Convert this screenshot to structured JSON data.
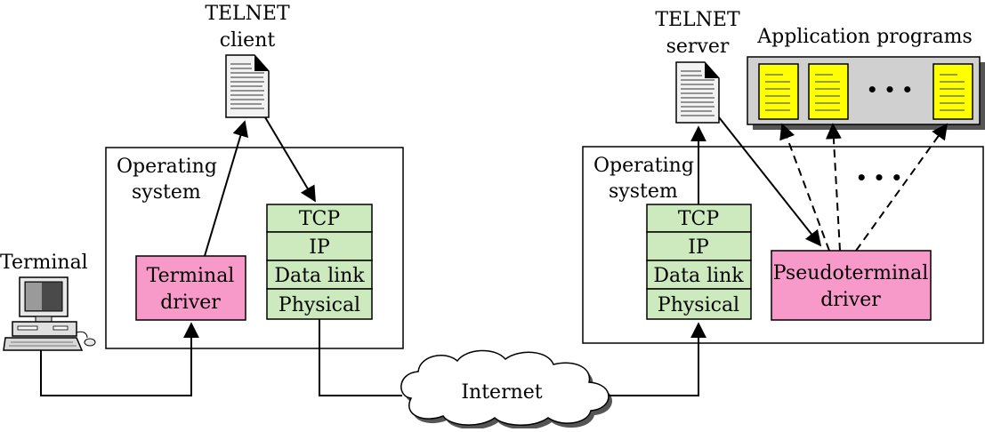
{
  "client": {
    "telnet_label_1": "TELNET",
    "telnet_label_2": "client",
    "os_label_1": "Operating",
    "os_label_2": "system",
    "terminal_label": "Terminal",
    "driver_label_1": "Terminal",
    "driver_label_2": "driver",
    "stack": [
      "TCP",
      "IP",
      "Data link",
      "Physical"
    ]
  },
  "network": {
    "internet_label": "Internet"
  },
  "server": {
    "telnet_label_1": "TELNET",
    "telnet_label_2": "server",
    "apps_label": "Application programs",
    "os_label_1": "Operating",
    "os_label_2": "system",
    "stack": [
      "TCP",
      "IP",
      "Data link",
      "Physical"
    ],
    "pseudo_label_1": "Pseudoterminal",
    "pseudo_label_2": "driver",
    "ellipsis_apps": "• • •",
    "ellipsis_arrows": "• • •"
  },
  "colors": {
    "driver_fill": "#f79ac9",
    "stack_fill": "#cdeabf",
    "doc_fill": "#ffff00",
    "apps_panel": "#d0d0d0",
    "cloud_fill": "#ffffff"
  }
}
